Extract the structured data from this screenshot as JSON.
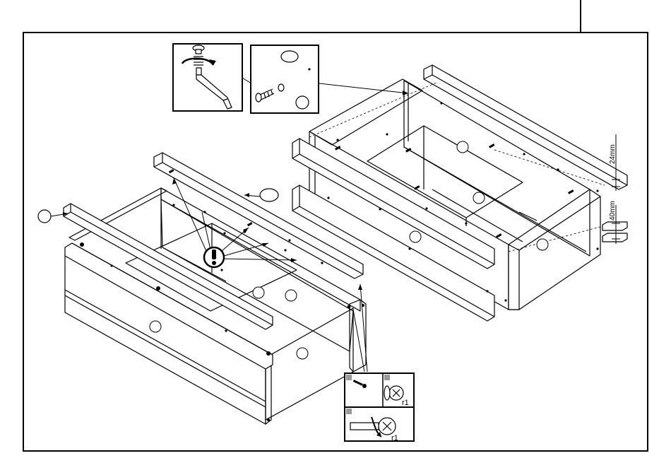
{
  "page": {
    "frame_color": "#000000",
    "background": "#ffffff"
  },
  "labels": {
    "dim_top": "24mm",
    "dim_bottom": "40mm",
    "part_r1_a": "r1",
    "part_r1_b": "r1"
  },
  "icons": {
    "attention": "exclamation-icon",
    "tool": "crank-wrench-icon",
    "screw": "screw-icon",
    "cam_lock": "cam-lock-icon"
  }
}
